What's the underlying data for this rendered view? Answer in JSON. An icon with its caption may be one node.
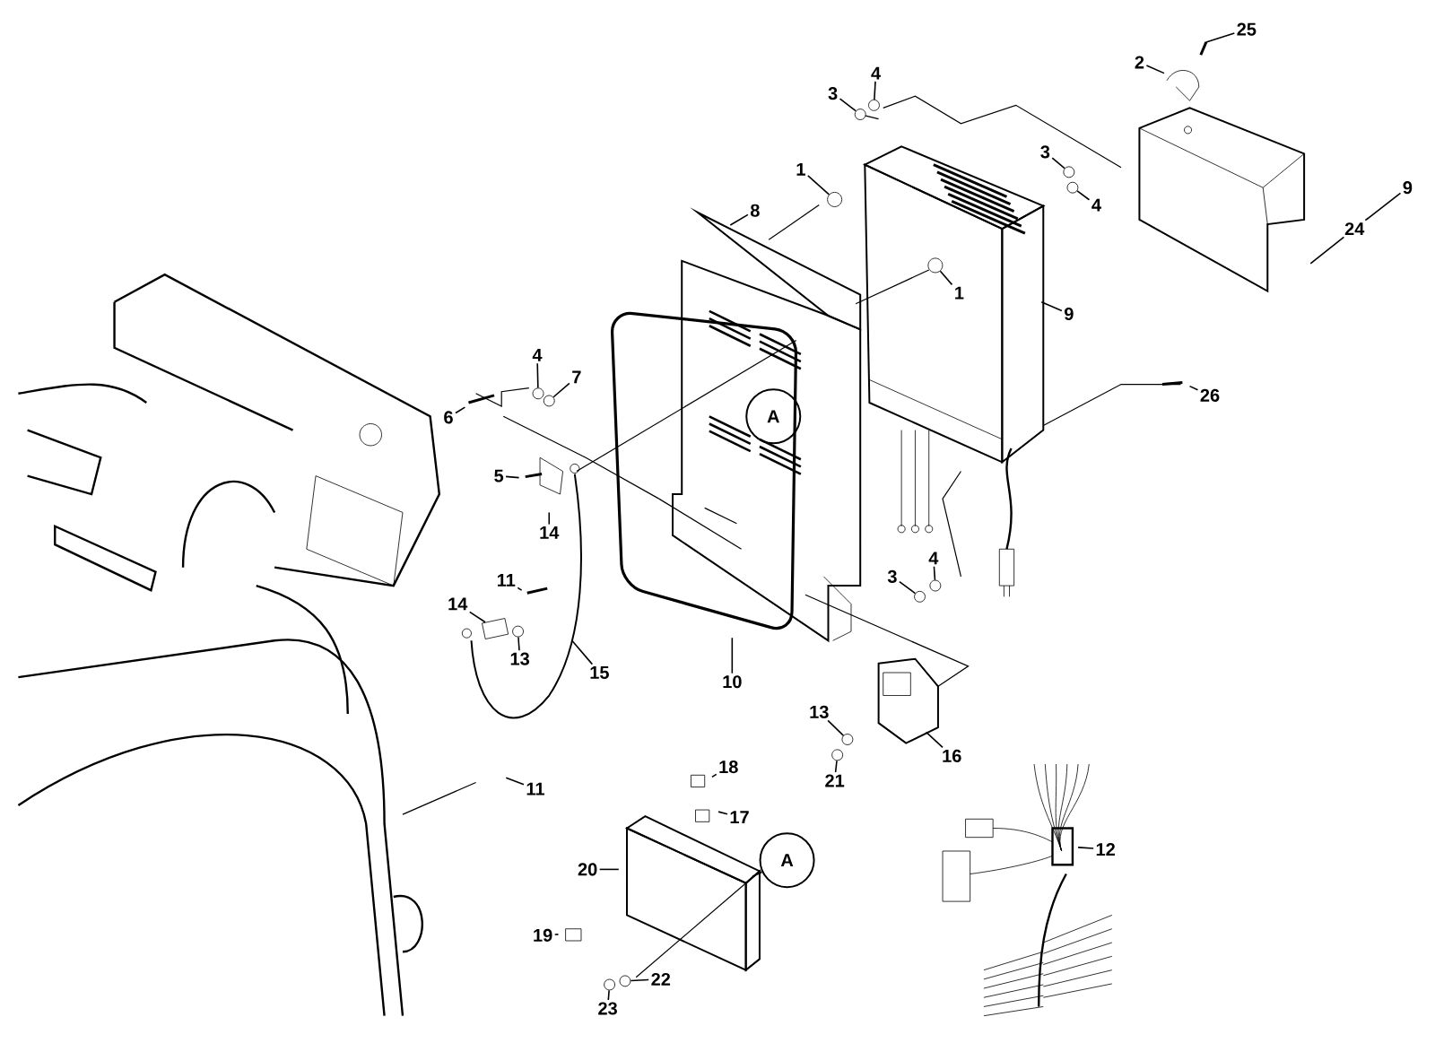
{
  "diagram": {
    "nodes": [
      {
        "text": [
          "25"
        ]
      },
      {
        "text": [
          "2"
        ]
      },
      {
        "text": [
          "3"
        ]
      },
      {
        "text": [
          "4"
        ]
      },
      {
        "text": [
          "1"
        ]
      },
      {
        "text": [
          "3"
        ]
      },
      {
        "text": [
          "9"
        ]
      },
      {
        "text": [
          "4"
        ]
      },
      {
        "text": [
          "8"
        ]
      },
      {
        "text": [
          "24"
        ]
      },
      {
        "text": [
          "1"
        ]
      },
      {
        "text": [
          "9"
        ]
      },
      {
        "text": [
          "4"
        ]
      },
      {
        "text": [
          "7"
        ]
      },
      {
        "text": [
          "26"
        ]
      },
      {
        "text": [
          "A"
        ]
      },
      {
        "text": [
          "6"
        ]
      },
      {
        "text": [
          "5"
        ]
      },
      {
        "text": [
          "14"
        ]
      },
      {
        "text": [
          "4"
        ]
      },
      {
        "text": [
          "3"
        ]
      },
      {
        "text": [
          "11"
        ]
      },
      {
        "text": [
          "14"
        ]
      },
      {
        "text": [
          "13"
        ]
      },
      {
        "text": [
          "15"
        ]
      },
      {
        "text": [
          "10"
        ]
      },
      {
        "text": [
          "13"
        ]
      },
      {
        "text": [
          "16"
        ]
      },
      {
        "text": [
          "18"
        ]
      },
      {
        "text": [
          "21"
        ]
      },
      {
        "text": [
          "11"
        ]
      },
      {
        "text": [
          "17"
        ]
      },
      {
        "text": [
          "12"
        ]
      },
      {
        "text": [
          "A"
        ]
      },
      {
        "text": [
          "20"
        ]
      },
      {
        "text": [
          "19"
        ]
      },
      {
        "text": [
          "22"
        ]
      },
      {
        "text": [
          "23"
        ]
      },
      {
        "text": [],
        "shape": "circle"
      },
      {
        "text": [],
        "shape": "circle"
      },
      {
        "text": [],
        "shape": "circle"
      },
      {
        "text": [],
        "shape": "circle"
      },
      {
        "text": [],
        "shape": "circle"
      },
      {
        "text": [],
        "shape": "circle"
      },
      {
        "text": [],
        "shape": "circle"
      },
      {
        "text": [],
        "shape": "circle"
      },
      {
        "text": [],
        "shape": "circle"
      },
      {
        "text": [],
        "shape": "circle"
      },
      {
        "text": [],
        "shape": "box"
      },
      {
        "text": [],
        "shape": "circle"
      },
      {
        "text": [],
        "shape": "circle"
      },
      {
        "text": [],
        "shape": "circle"
      },
      {
        "text": [],
        "shape": "circle"
      },
      {
        "text": [],
        "shape": "circle"
      }
    ],
    "edges": [
      {
        "from": 0,
        "to": null,
        "arrow": "none"
      },
      {
        "from": 1,
        "to": null,
        "arrow": "none"
      },
      {
        "from": 2,
        "to": 39,
        "arrow": "none"
      },
      {
        "from": 3,
        "to": 38,
        "arrow": "none"
      },
      {
        "from": 4,
        "to": 42,
        "arrow": "none"
      },
      {
        "from": 5,
        "to": 40,
        "arrow": "none"
      },
      {
        "from": 6,
        "to": 9,
        "arrow": "none"
      },
      {
        "from": 7,
        "to": 41,
        "arrow": "none"
      },
      {
        "from": 8,
        "to": null,
        "arrow": "none"
      },
      {
        "from": 9,
        "to": null,
        "arrow": "none"
      },
      {
        "from": 10,
        "to": 43,
        "arrow": "none"
      },
      {
        "from": 11,
        "to": null,
        "arrow": "none"
      },
      {
        "from": 12,
        "to": 44,
        "arrow": "none"
      },
      {
        "from": 13,
        "to": 45,
        "arrow": "none"
      },
      {
        "from": 14,
        "to": null,
        "arrow": "none"
      },
      {
        "from": 16,
        "to": null,
        "arrow": "none"
      },
      {
        "from": 17,
        "to": null,
        "arrow": "none"
      },
      {
        "from": 18,
        "to": null,
        "arrow": "none"
      },
      {
        "from": 19,
        "to": 46,
        "arrow": "none"
      },
      {
        "from": 20,
        "to": 47,
        "arrow": "none"
      },
      {
        "from": 21,
        "to": null,
        "arrow": "none"
      },
      {
        "from": 22,
        "to": 48,
        "arrow": "none"
      },
      {
        "from": 23,
        "to": 49,
        "arrow": "none"
      },
      {
        "from": 24,
        "to": null,
        "arrow": "none"
      },
      {
        "from": 25,
        "to": null,
        "arrow": "none"
      },
      {
        "from": 26,
        "to": 50,
        "arrow": "none"
      },
      {
        "from": 27,
        "to": null,
        "arrow": "none"
      },
      {
        "from": 28,
        "to": null,
        "arrow": "none"
      },
      {
        "from": 29,
        "to": 51,
        "arrow": "none"
      },
      {
        "from": 30,
        "to": null,
        "arrow": "none"
      },
      {
        "from": 31,
        "to": null,
        "arrow": "none"
      },
      {
        "from": 32,
        "to": null,
        "arrow": "none"
      },
      {
        "from": 33,
        "to": null,
        "arrow": "none"
      },
      {
        "from": 34,
        "to": null,
        "arrow": "none"
      },
      {
        "from": 35,
        "to": null,
        "arrow": "none"
      },
      {
        "from": 36,
        "to": 52,
        "arrow": "none"
      },
      {
        "from": 37,
        "to": 53,
        "arrow": "none"
      }
    ]
  }
}
